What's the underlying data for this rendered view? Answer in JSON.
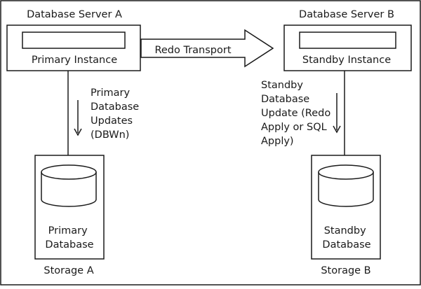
{
  "server_a": {
    "title": "Database Server A",
    "instance_label": "Primary Instance",
    "update_label_lines": [
      "Primary",
      "Database",
      "Updates",
      "(DBWn)"
    ],
    "database_label_lines": [
      "Primary",
      "Database"
    ],
    "storage_label": "Storage A"
  },
  "transport": {
    "label": "Redo Transport"
  },
  "server_b": {
    "title": "Database Server B",
    "instance_label": "Standby Instance",
    "update_label_lines": [
      "Standby",
      "Database",
      "Update (Redo",
      "Apply or SQL",
      "Apply)"
    ],
    "database_label_lines": [
      "Standby",
      "Database"
    ],
    "storage_label": "Storage B"
  },
  "colors": {
    "stroke": "#1a1a1a",
    "background": "#ffffff",
    "text": "#1a1a1a"
  }
}
